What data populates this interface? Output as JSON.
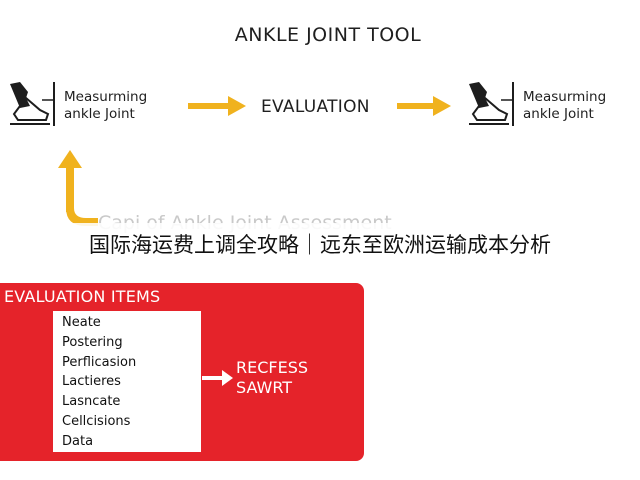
{
  "diagram": {
    "title": "ANKLE JOINT TOOL",
    "left_node": {
      "line1": "Measurming",
      "line2": "ankle Joint"
    },
    "center_node": "EVALUATION",
    "right_node": {
      "line1": "Measurming",
      "line2": "ankle Joint"
    },
    "faded_caption": "Capi of Ankle Joint Assessment"
  },
  "overlay": {
    "text": "国际海运费上调全攻略｜远东至欧洲运输成本分析"
  },
  "panel": {
    "title": "EVALUATION ITEMS",
    "items": [
      "Neate",
      "Postering",
      "Perflicasion",
      "Lactieres",
      "Lasncate",
      "Cellcisions",
      "Data"
    ],
    "result": {
      "line1": "RECFESS",
      "line2": "SAWRT"
    }
  },
  "colors": {
    "arrow": "#f0b21e",
    "panel": "#e5232a",
    "text": "#1f1f1f"
  },
  "icons": [
    "foot-measure-icon",
    "foot-measure-icon"
  ]
}
